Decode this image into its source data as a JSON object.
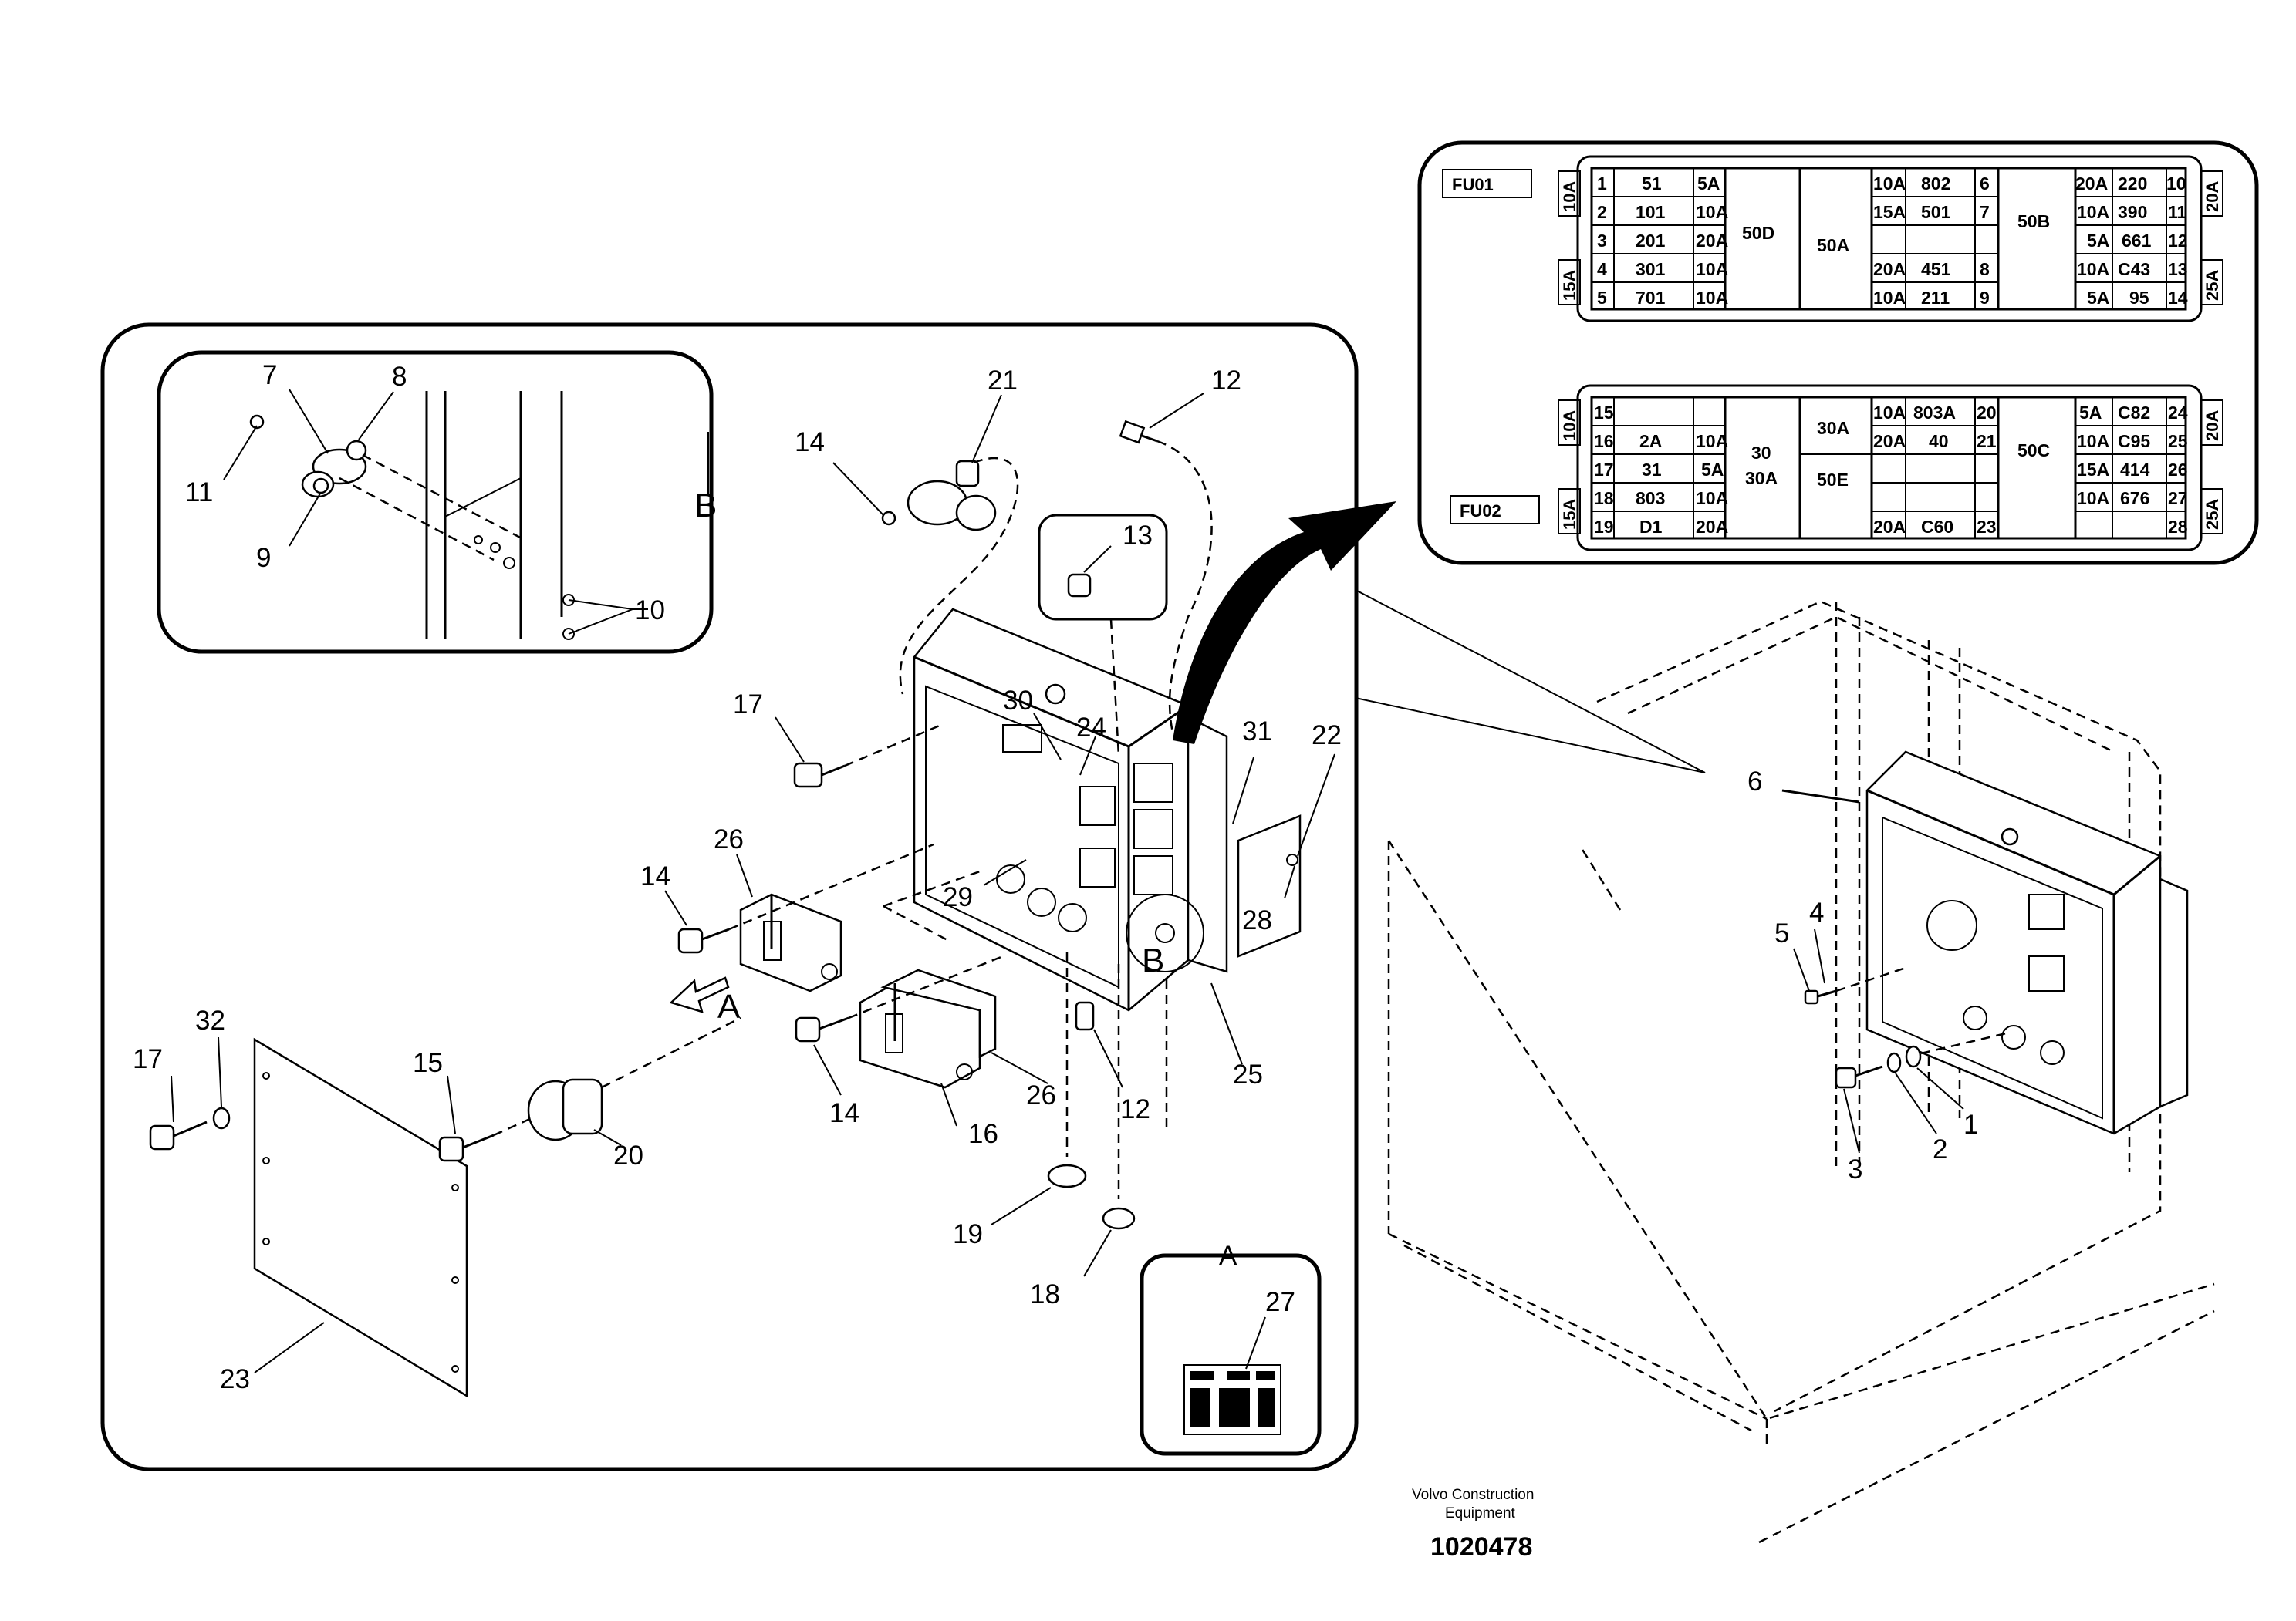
{
  "detail_labels": {
    "view_a": "A",
    "view_b": "B"
  },
  "callouts": {
    "c1": "1",
    "c2": "2",
    "c3": "3",
    "c4": "4",
    "c5": "5",
    "c6": "6",
    "c7": "7",
    "c8": "8",
    "c9": "9",
    "c10": "10",
    "c11": "11",
    "c12a": "12",
    "c12b": "12",
    "c13": "13",
    "c14a": "14",
    "c14b": "14",
    "c14c": "14",
    "c15": "15",
    "c16": "16",
    "c17a": "17",
    "c17b": "17",
    "c18": "18",
    "c19": "19",
    "c20": "20",
    "c21": "21",
    "c22": "22",
    "c23": "23",
    "c24": "24",
    "c25": "25",
    "c26a": "26",
    "c26b": "26",
    "c27": "27",
    "c28": "28",
    "c29": "29",
    "c30": "30",
    "c31": "31",
    "c32": "32"
  },
  "fuse_panels": {
    "fu01": {
      "tag": "FU01",
      "side_left_top": "10A",
      "side_left_bottom": "15A",
      "side_right_top": "20A",
      "side_right_bottom": "25A",
      "left_rows": [
        [
          "1",
          "51",
          "5A"
        ],
        [
          "2",
          "101",
          "10A"
        ],
        [
          "3",
          "201",
          "20A"
        ],
        [
          "4",
          "301",
          "10A"
        ],
        [
          "5",
          "701",
          "10A"
        ]
      ],
      "big_1": "50D",
      "big_2": "50A",
      "mid_rows": [
        [
          "10A",
          "802",
          "6"
        ],
        [
          "15A",
          "501",
          "7"
        ],
        [
          "",
          "",
          ""
        ],
        [
          "20A",
          "451",
          "8"
        ],
        [
          "10A",
          "211",
          "9"
        ]
      ],
      "big_3": "50B",
      "right_rows": [
        [
          "20A",
          "220",
          "10"
        ],
        [
          "10A",
          "390",
          "11"
        ],
        [
          "5A",
          "661",
          "12"
        ],
        [
          "10A",
          "C43",
          "13"
        ],
        [
          "5A",
          "95",
          "14"
        ]
      ]
    },
    "fu02": {
      "tag": "FU02",
      "side_left_top": "10A",
      "side_left_bottom": "15A",
      "side_right_top": "20A",
      "side_right_bottom": "25A",
      "left_rows": [
        [
          "15",
          "",
          ""
        ],
        [
          "16",
          "2A",
          "10A"
        ],
        [
          "17",
          "31",
          "5A"
        ],
        [
          "18",
          "803",
          "10A"
        ],
        [
          "19",
          "D1",
          "20A"
        ]
      ],
      "big_1_line1": "30",
      "big_1_line2": "30A",
      "big_2_top": "30A",
      "big_2_bottom": "50E",
      "mid_rows": [
        [
          "10A",
          "803A",
          "20"
        ],
        [
          "20A",
          "40",
          "21"
        ],
        [
          "",
          "",
          ""
        ],
        [
          "",
          "",
          ""
        ],
        [
          "20A",
          "C60",
          "23"
        ]
      ],
      "big_3": "50C",
      "right_rows": [
        [
          "5A",
          "C82",
          "24"
        ],
        [
          "10A",
          "C95",
          "25"
        ],
        [
          "15A",
          "414",
          "26"
        ],
        [
          "10A",
          "676",
          "27"
        ],
        [
          "",
          "",
          "28"
        ]
      ]
    }
  },
  "footer": {
    "credit_line1": "Volvo Construction",
    "credit_line2": "Equipment",
    "document_number": "1020478"
  }
}
